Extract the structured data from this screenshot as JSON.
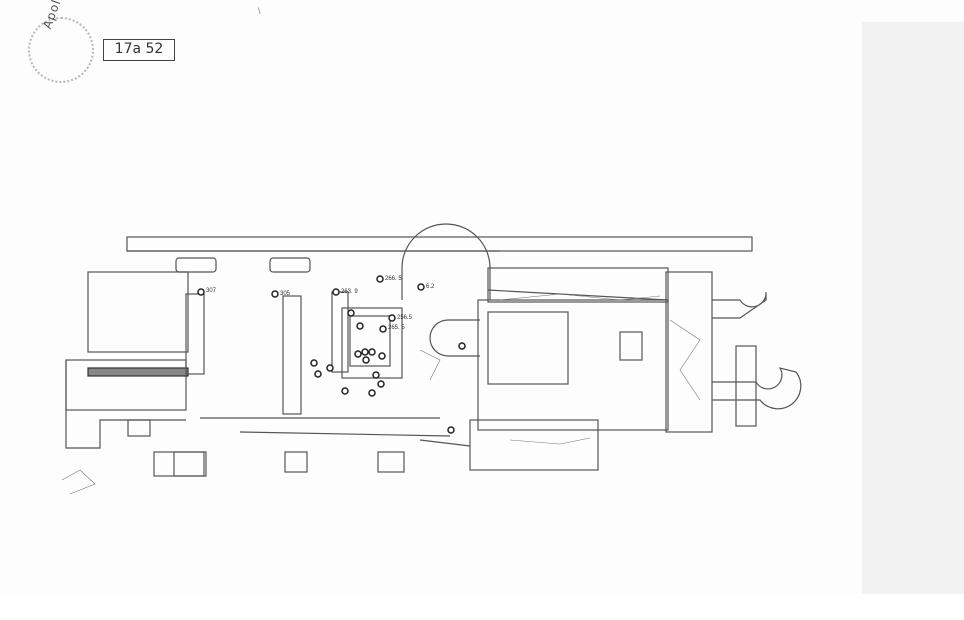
{
  "sheet": {
    "label": "17a 52",
    "stamp_text": "Apollo · ...",
    "margin_mark": "\\"
  },
  "plan": {
    "points": [
      {
        "id": "p1",
        "label": "307"
      },
      {
        "id": "p2",
        "label": "305"
      },
      {
        "id": "p3",
        "label": "263. 9"
      },
      {
        "id": "p4",
        "label": "266. 5"
      },
      {
        "id": "p5",
        "label": "6.2"
      },
      {
        "id": "p6",
        "label": "256.5"
      },
      {
        "id": "p7",
        "label": "265. 5"
      }
    ]
  }
}
